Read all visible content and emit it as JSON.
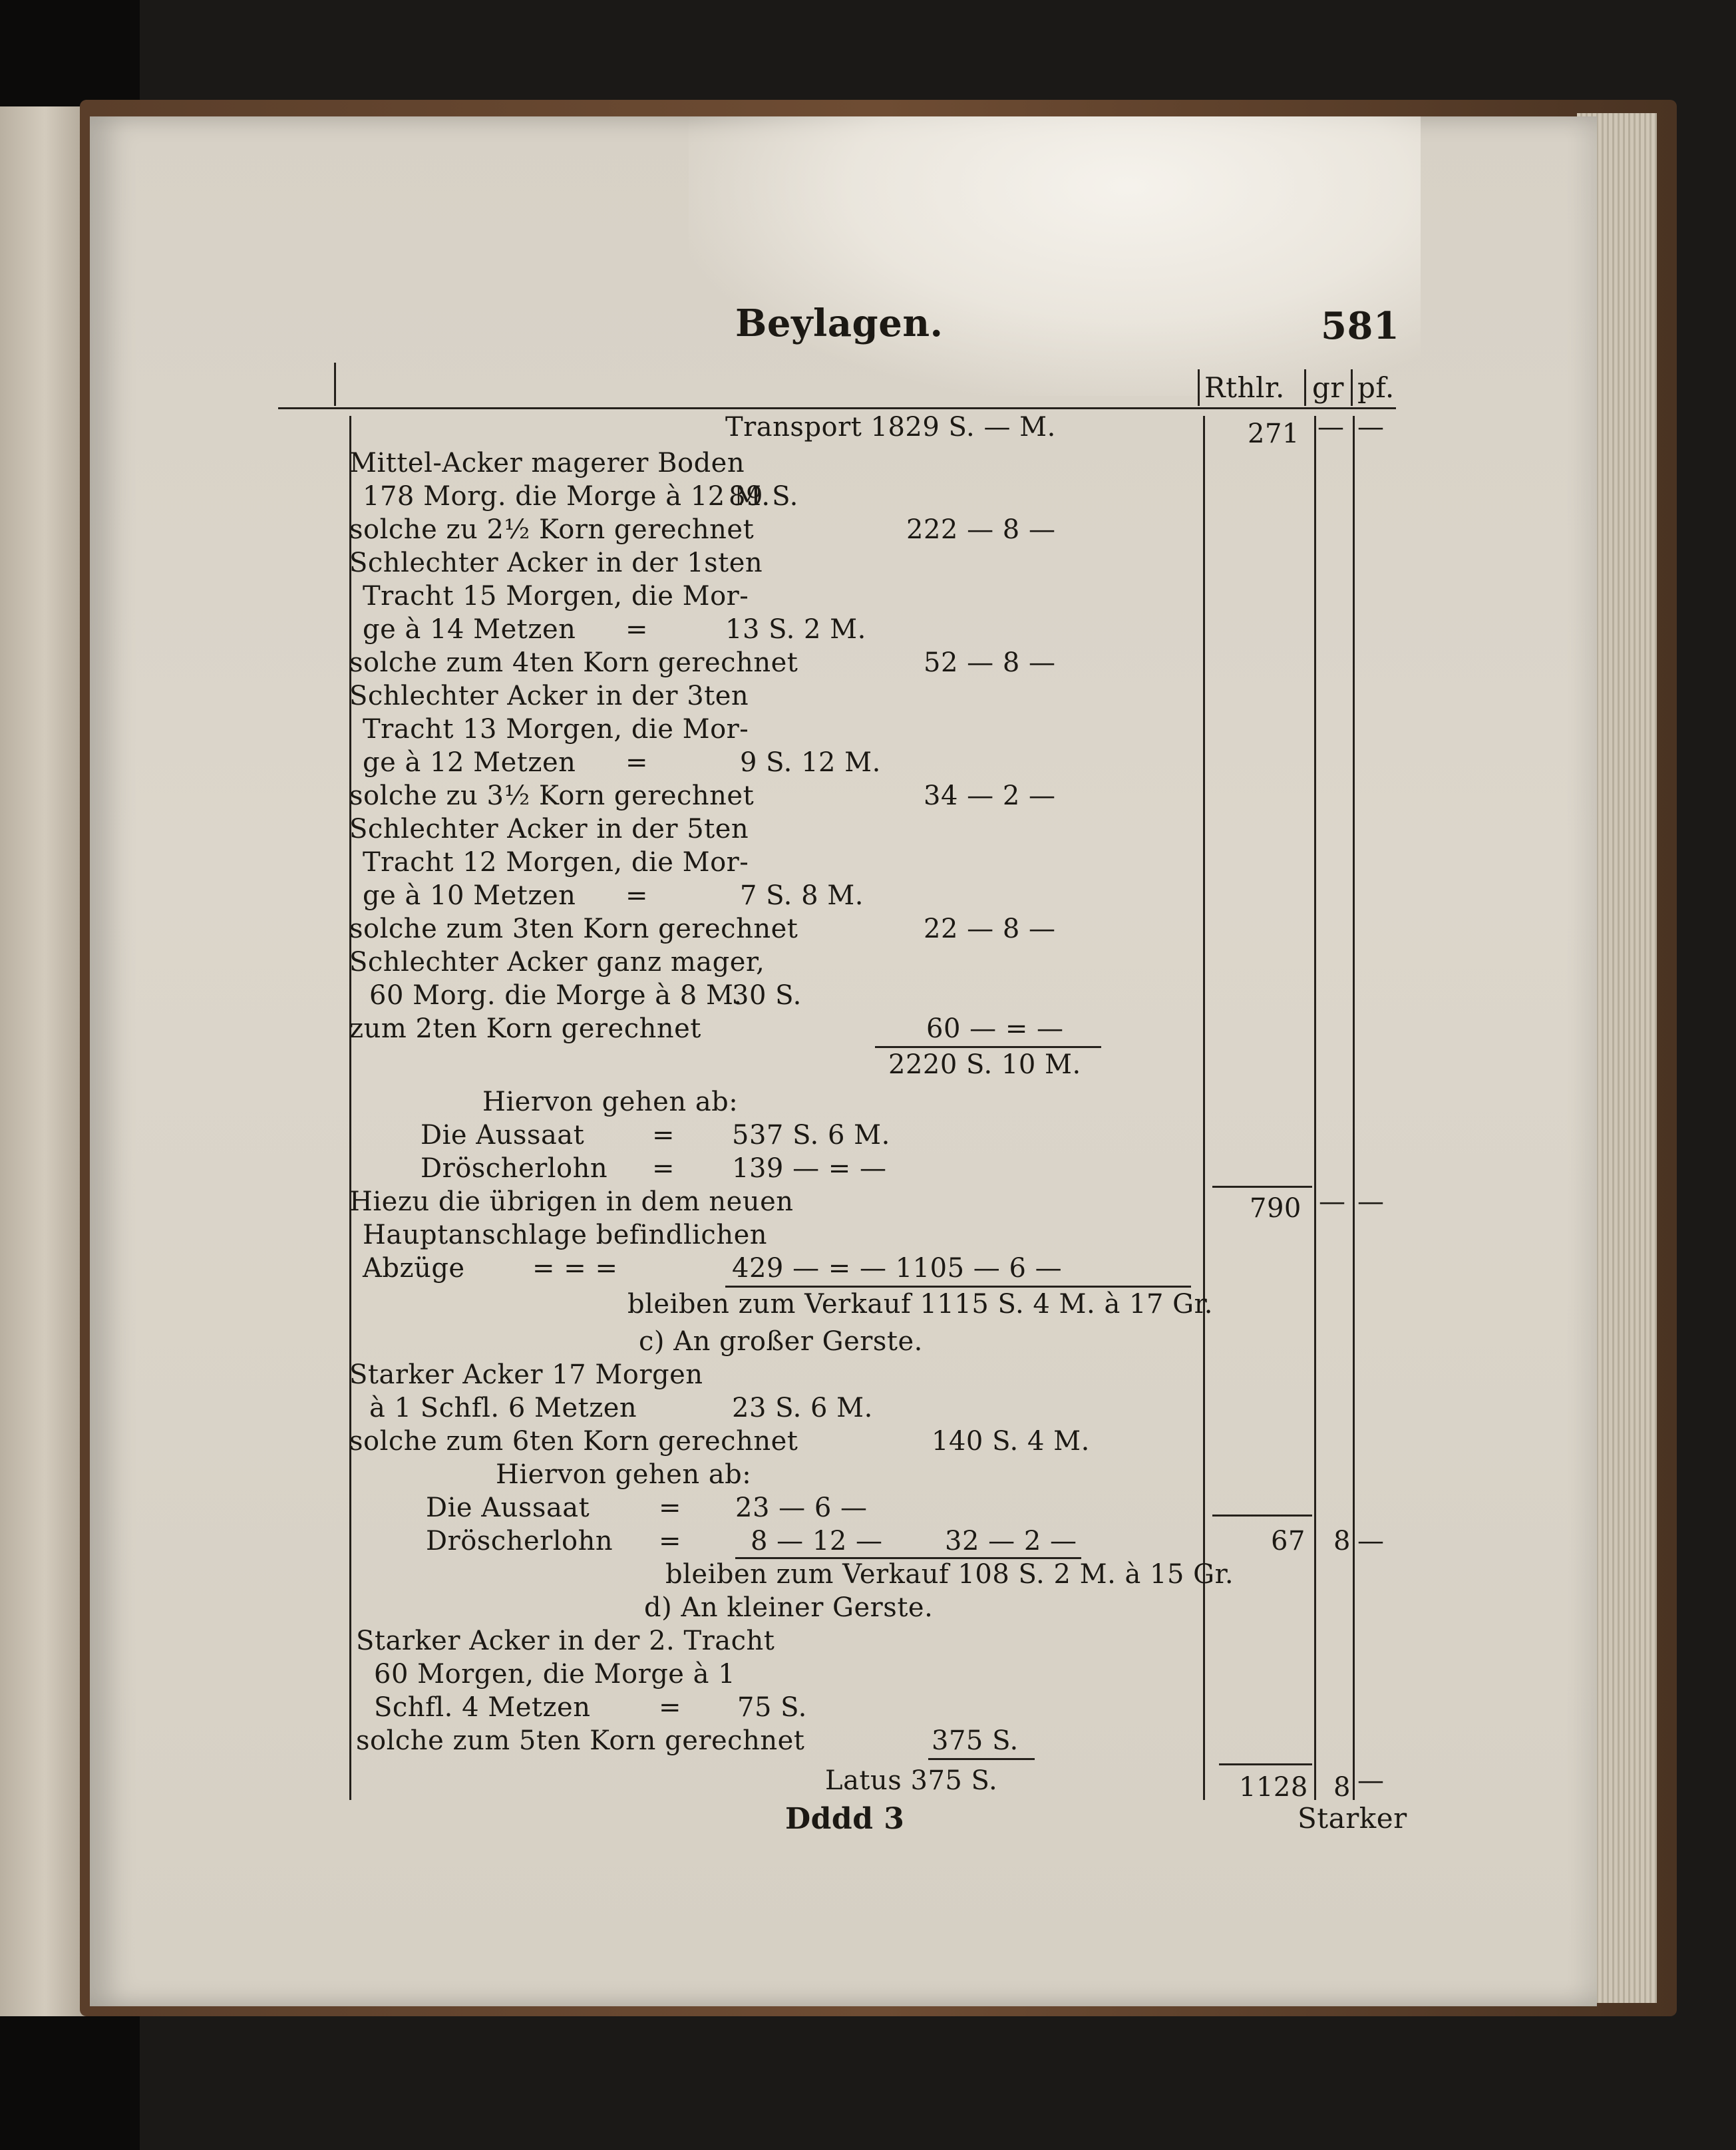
{
  "header": {
    "title": "Beylagen.",
    "page_number": "581",
    "columns": [
      "Rthlr.",
      "gr",
      "pf."
    ]
  },
  "rows": {
    "transport": "Transport 1829 S. — M.",
    "transport_rthlr": "271",
    "transport_gr": "—",
    "transport_pf": "—",
    "r1": "Mittel-Acker magerer Boden",
    "r2": "178 Morg. die Morge à 12 M.",
    "r2_amt": "89 S.",
    "r3": "solche zu 2½ Korn gerechnet",
    "r3_res": "222 — 8 —",
    "r4": "Schlechter Acker in der 1sten",
    "r5": "Tracht 15 Morgen, die Mor-",
    "r6": "ge à 14 Metzen",
    "r6_dot": "=",
    "r6_amt": "13 S. 2 M.",
    "r7": "solche zum 4ten Korn gerechnet",
    "r7_res": "52 — 8 —",
    "r8": "Schlechter Acker in der 3ten",
    "r9": "Tracht 13 Morgen, die Mor-",
    "r10": "ge à 12 Metzen",
    "r10_dot": "=",
    "r10_amt": "9 S. 12 M.",
    "r11": "solche zu 3½ Korn gerechnet",
    "r11_res": "34 — 2 —",
    "r12": "Schlechter Acker in der 5ten",
    "r13": "Tracht 12 Morgen, die Mor-",
    "r14": "ge à 10 Metzen",
    "r14_dot": "=",
    "r14_amt": "7 S. 8 M.",
    "r15": "solche zum 3ten Korn gerechnet",
    "r15_res": "22 — 8 —",
    "r16": "Schlechter Acker ganz mager,",
    "r17": "60 Morg. die Morge à 8 M.",
    "r17_amt": "30 S.",
    "r18": "zum 2ten Korn gerechnet",
    "r18_res": "60 — = —",
    "sum1": "2220 S. 10 M.",
    "r19": "Hiervon gehen ab:",
    "r20": "Die Aussaat",
    "r20_dot": "=",
    "r20_amt": "537 S. 6 M.",
    "r21": "Dröscherlohn",
    "r21_dot": "=",
    "r21_amt": "139 — = —",
    "r22": "Hiezu die übrigen in dem neuen",
    "r22_rthlr": "790",
    "r22_gr": "—",
    "r22_pf": "—",
    "r23": "Hauptanschlage befindlichen",
    "r24": "Abzüge",
    "r24_dots": "= = =",
    "r24_amt": "429 — = — 1105 — 6 —",
    "r25": "bleiben zum Verkauf 1115 S. 4 M. à 17 Gr.",
    "r26": "c) An großer Gerste.",
    "r27": "Starker Acker 17 Morgen",
    "r28": "à 1 Schfl. 6 Metzen",
    "r28_amt": "23 S. 6 M.",
    "r29": "solche zum 6ten Korn gerechnet",
    "r29_res": "140 S. 4 M.",
    "r30": "Hiervon gehen ab:",
    "r31": "Die Aussaat",
    "r31_dot": "=",
    "r31_amt": "23 — 6 —",
    "r32": "Dröscherlohn",
    "r32_dot": "=",
    "r32_amt": "8 — 12 —",
    "r32_res": "32 — 2 —",
    "r32_rthlr": "67",
    "r32_gr": "8",
    "r32_pf": "—",
    "r33": "bleiben zum Verkauf 108 S. 2 M. à 15 Gr.",
    "r34": "d) An kleiner Gerste.",
    "r35": "Starker Acker in der 2. Tracht",
    "r36": "60 Morgen, die Morge à 1",
    "r37": "Schfl. 4 Metzen",
    "r37_dot": "=",
    "r37_amt": "75 S.",
    "r38": "solche zum 5ten Korn gerechnet",
    "r38_res": "375 S.",
    "latus": "Latus 375 S.",
    "latus_rthlr": "1128",
    "latus_gr": "8",
    "latus_pf": "—"
  },
  "footer": {
    "signature": "Dddd 3",
    "catchword": "Starker"
  }
}
